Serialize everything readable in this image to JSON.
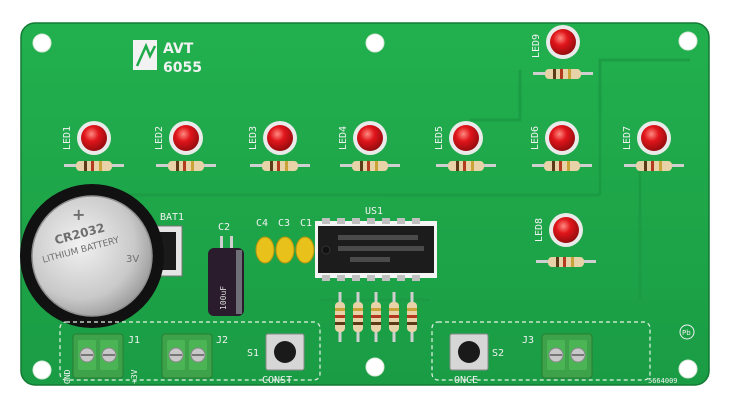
{
  "board": {
    "brand": "AVT",
    "model": "6055",
    "serial": "5664009",
    "colors": {
      "pcb": "#1faa4a",
      "pcb_dark": "#178c3c",
      "silk": "#f2f2f2",
      "led": "#e0151b",
      "terminal": "#3ea24a"
    }
  },
  "leds": [
    {
      "label": "LED1"
    },
    {
      "label": "LED2"
    },
    {
      "label": "LED3"
    },
    {
      "label": "LED4"
    },
    {
      "label": "LED5"
    },
    {
      "label": "LED6"
    },
    {
      "label": "LED7"
    },
    {
      "label": "LED8"
    },
    {
      "label": "LED9"
    }
  ],
  "battery": {
    "label": "BAT1",
    "model": "CR2032",
    "line2": "LITHIUM BATTERY",
    "voltage": "3V"
  },
  "capacitors": {
    "c1": "C1",
    "c2": "C2",
    "c3": "C3",
    "c4": "C4",
    "electrolytic_text": "100uF"
  },
  "chip": {
    "label": "US1"
  },
  "switches": {
    "s1": "S1",
    "s2": "S2",
    "const": "CONST",
    "once": "ONCE"
  },
  "connectors": {
    "j1": "J1",
    "j2": "J2",
    "j3": "J3",
    "gnd": "GND",
    "plus3v": "+3V"
  }
}
